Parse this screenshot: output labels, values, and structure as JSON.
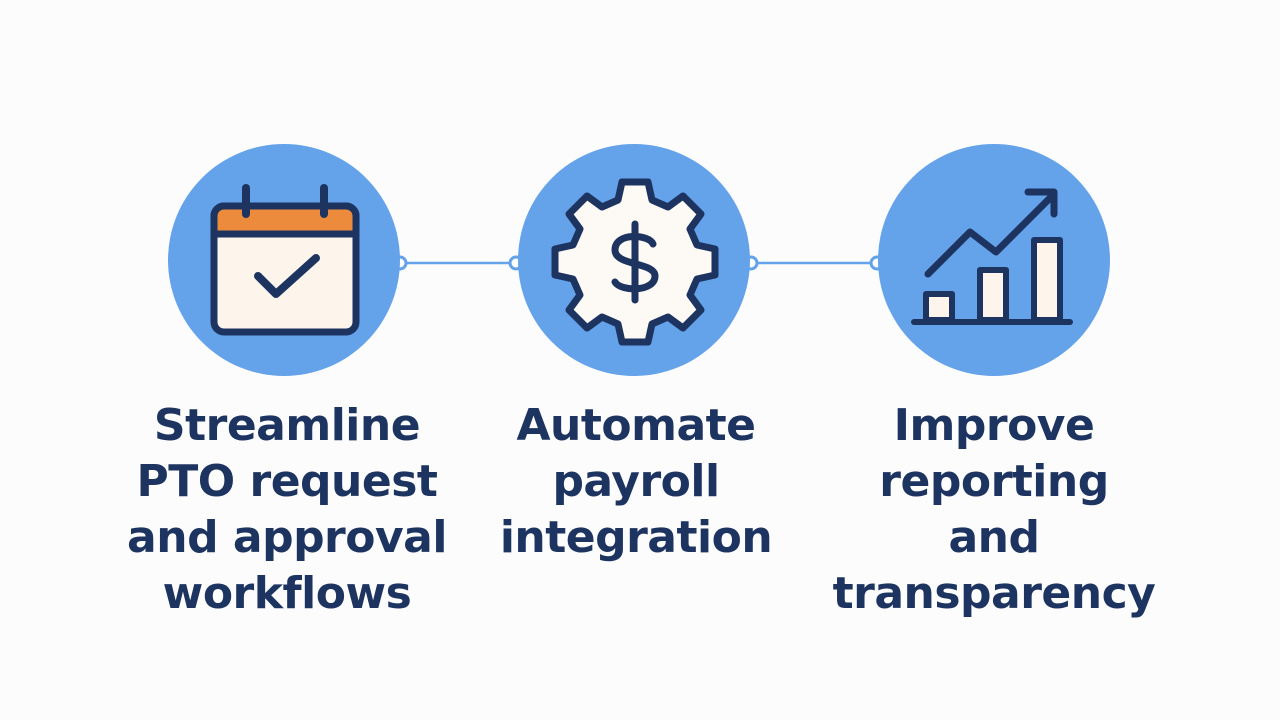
{
  "steps": [
    {
      "icon": "calendar-check-icon",
      "lines": [
        "Streamline",
        "PTO request",
        "and approval",
        "workflows"
      ]
    },
    {
      "icon": "gear-dollar-icon",
      "lines": [
        "Automate",
        "payroll",
        "integration"
      ]
    },
    {
      "icon": "bar-chart-trend-icon",
      "lines": [
        "Improve",
        "reporting",
        "and",
        "transparency"
      ]
    }
  ],
  "colors": {
    "circle": "#64a2ea",
    "navy": "#1d3461",
    "accent_orange": "#ec8b3b",
    "icon_fill": "#fdf4ec",
    "connector": "#64a2ea"
  }
}
